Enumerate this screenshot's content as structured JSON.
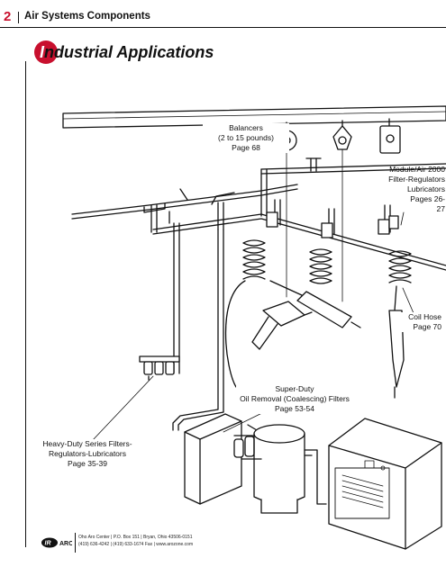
{
  "header": {
    "page_number": "2",
    "section": "Air Systems Components"
  },
  "title": {
    "initial": "I",
    "rest": "ndustrial Applications"
  },
  "callouts": {
    "balancers": [
      "Balancers",
      "(2 to 15 pounds)",
      "Page 68"
    ],
    "module": [
      "Module/Air 2000",
      "Filter-Regulators",
      "Lubricators",
      "Pages 26-",
      "27"
    ],
    "coil_hose": [
      "Coil Hose",
      "Page 70"
    ],
    "super_duty": [
      "Super-Duty",
      "Oil Removal (Coalescing) Filters",
      "Page 53-54"
    ],
    "heavy_duty": [
      "Heavy-Duty Series Filters-",
      "Regulators-Lubricators",
      "Page 35-39"
    ]
  },
  "footer": {
    "logo": "IR ARO",
    "line1": "Oho Aro Center | P.O. Box 151 | Bryan, Ohio 43506-0151",
    "line2": "(419) 636-4242 | (419) 633-1674 Fax | www.arozone.com"
  },
  "colors": {
    "accent": "#c8102e",
    "ink": "#111111"
  }
}
